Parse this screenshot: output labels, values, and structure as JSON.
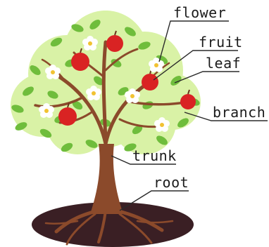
{
  "labels": {
    "flower": "flower",
    "fruit": "fruit",
    "leaf": "leaf",
    "branch": "branch",
    "trunk": "trunk",
    "root": "root"
  },
  "colors": {
    "canopy_light": "#d9f2a6",
    "canopy_mid": "#b8e08a",
    "leaf": "#6fbd3c",
    "leaf_dark": "#4f9a2a",
    "trunk": "#8b4a2b",
    "trunk_dark": "#6a331c",
    "fruit": "#d92323",
    "soil": "#3a1f24",
    "flower_petal": "#ffffff",
    "flower_center": "#f1c232",
    "leader_line": "#2a2a2a"
  },
  "icons": {
    "fruit": "apple-icon",
    "flower": "blossom-icon"
  }
}
